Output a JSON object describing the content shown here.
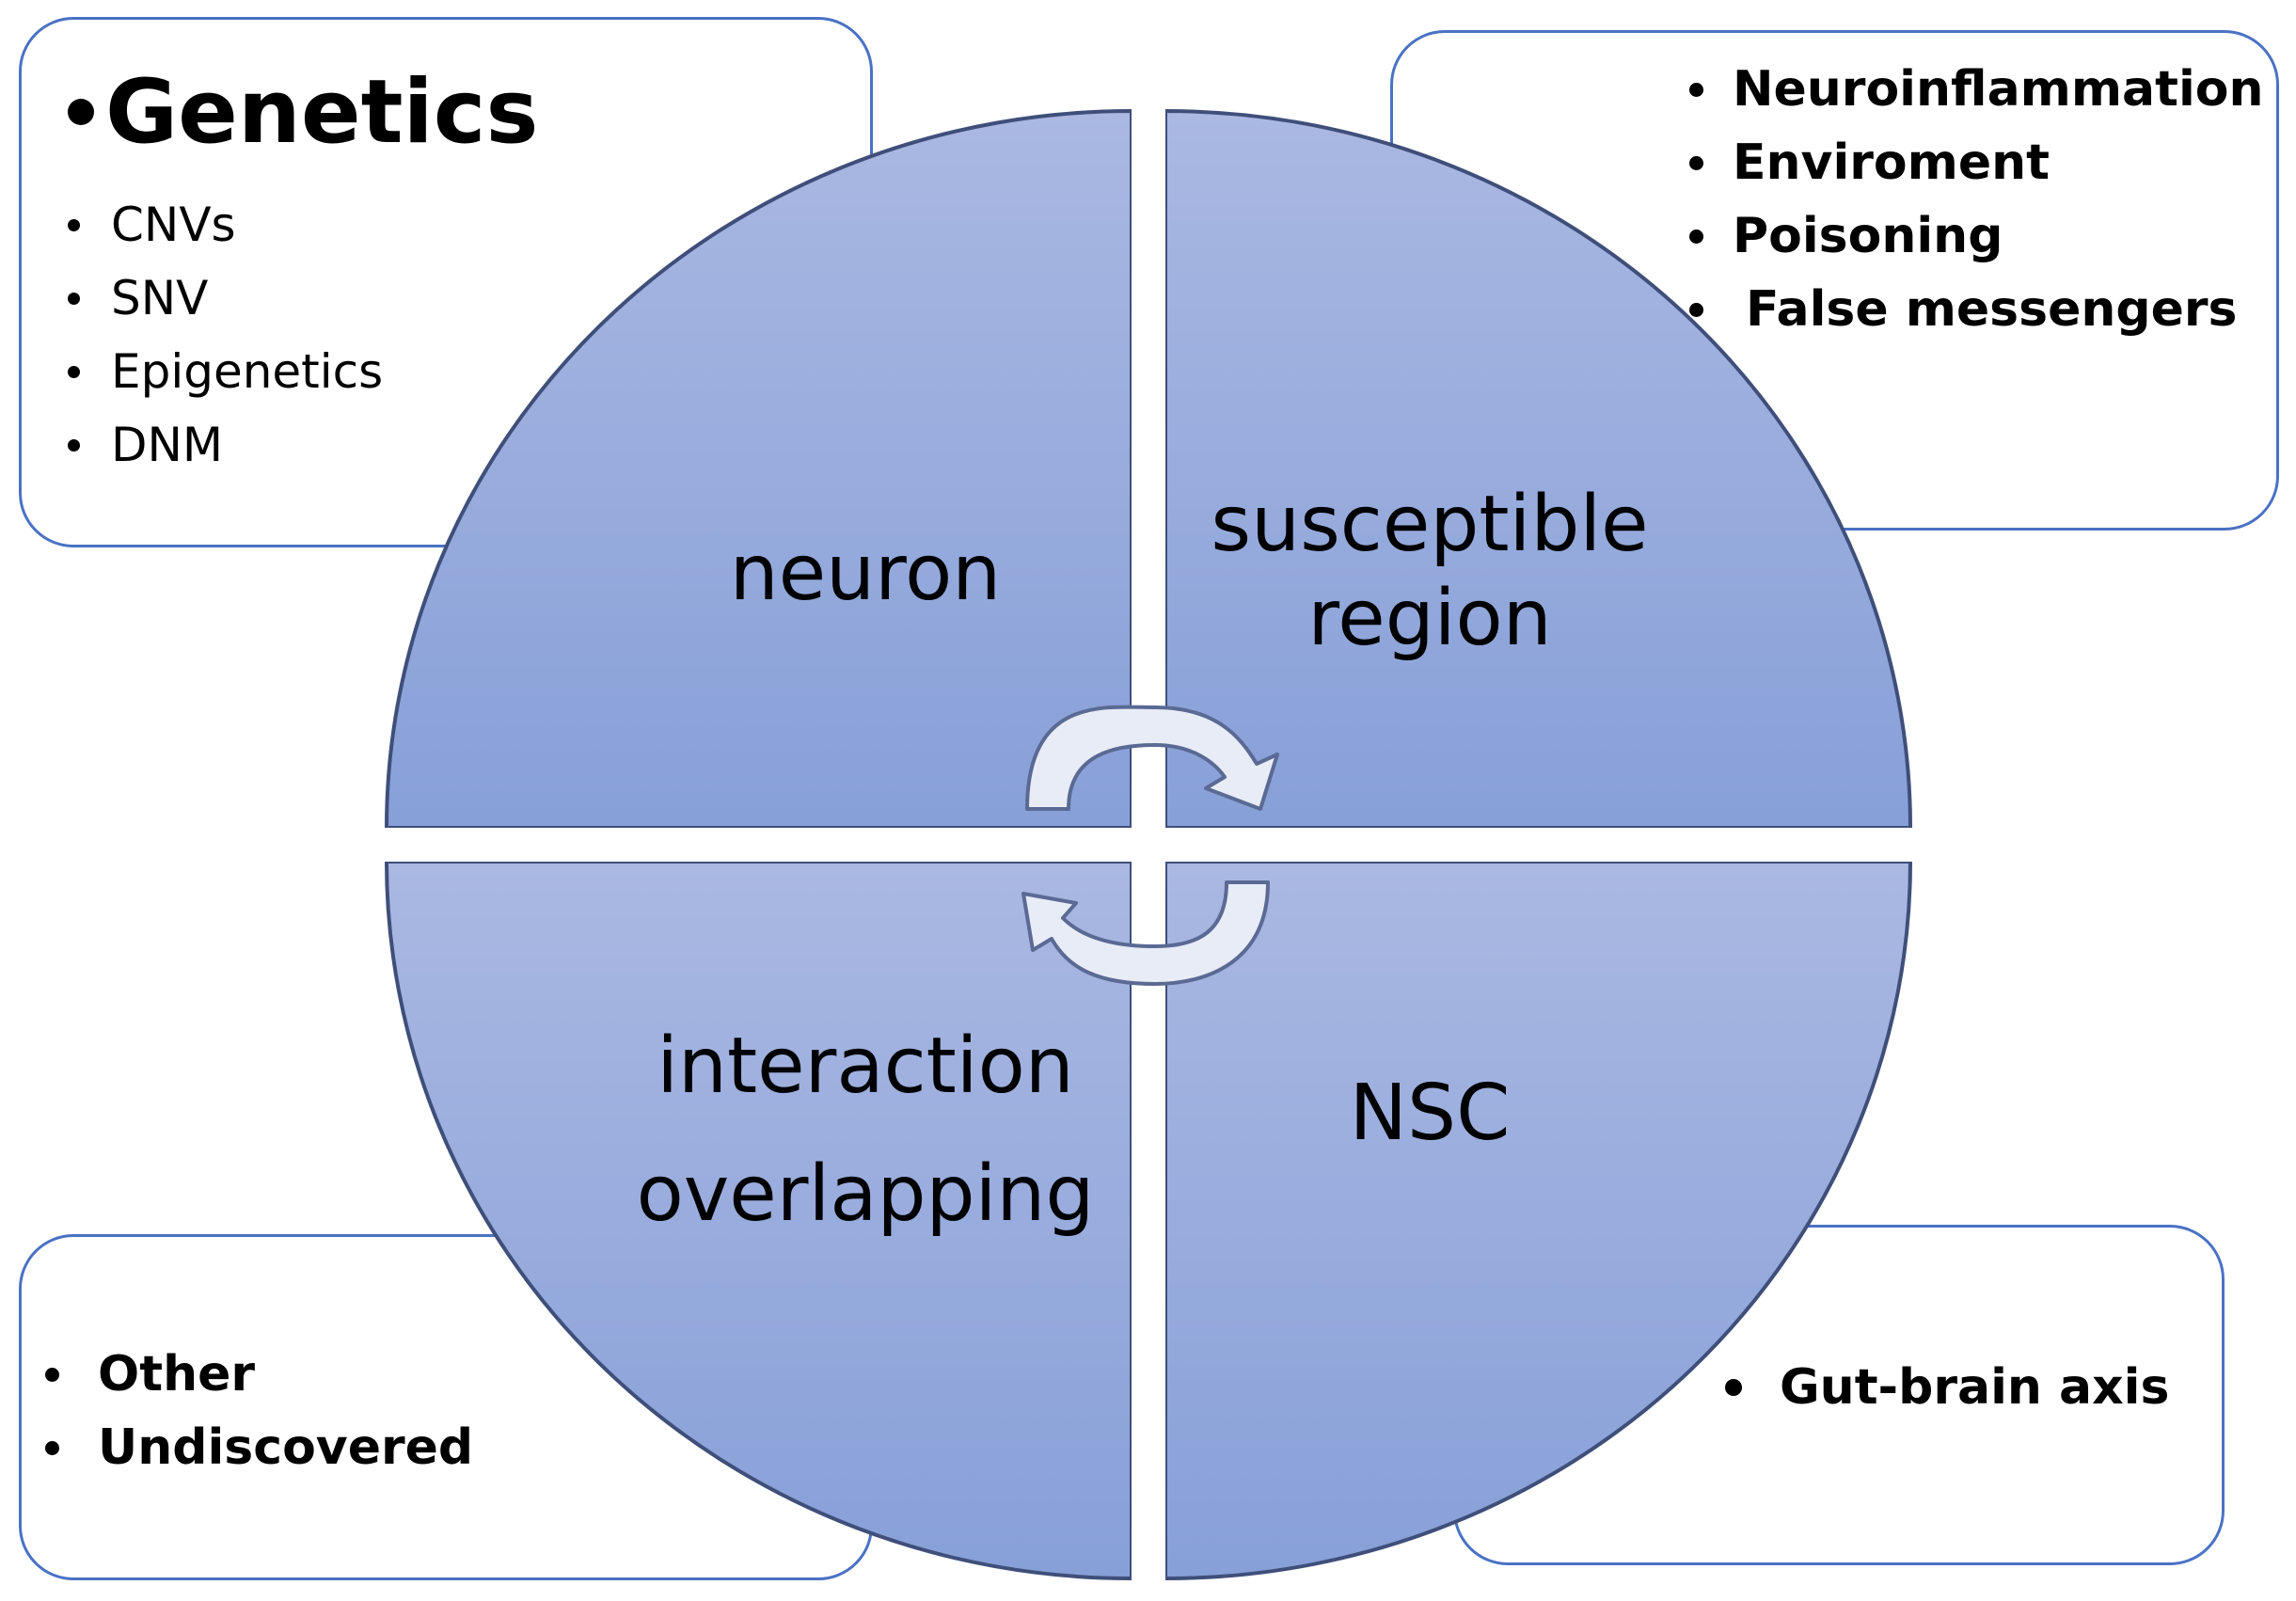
{
  "genetics": {
    "title": "Genetics",
    "items": [
      "CNVs",
      "SNV",
      "Epigenetics",
      "DNM"
    ]
  },
  "environment": {
    "items": [
      "Neuroinflammation",
      "Enviroment",
      "Poisoning",
      "False messengers"
    ]
  },
  "other": {
    "items": [
      "Other",
      "Undiscovered"
    ]
  },
  "gut": {
    "items": [
      "Gut-brain axis"
    ]
  },
  "quadrants": {
    "neuron": "neuron",
    "susceptible_line1": "susceptible",
    "susceptible_line2": "region",
    "interaction_line1": "interaction",
    "interaction_line2": "overlapping",
    "nsc": "NSC"
  },
  "colors": {
    "box_border": "#4a72c4",
    "quadrant_fill_light": "#a8b6e0",
    "quadrant_fill_dark": "#8aa2d8",
    "quadrant_border": "#3f4f7a",
    "arrow_fill": "#e8ecf6"
  }
}
